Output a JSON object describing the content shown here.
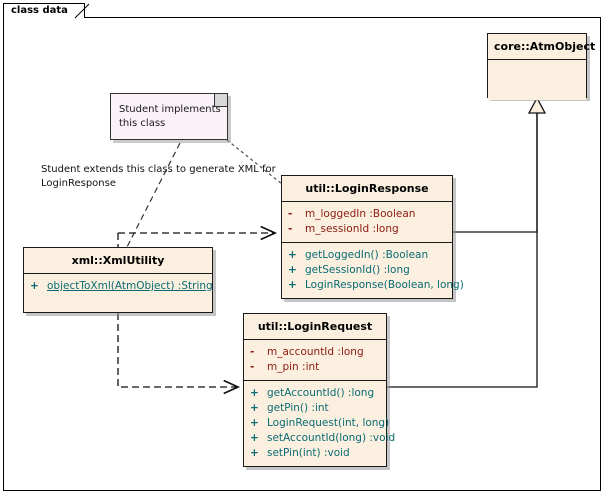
{
  "diagram": {
    "tab_label": "class data",
    "note": {
      "line1": "Student implements",
      "line2": "this class"
    },
    "annotation": {
      "line1": "Student extends this class to generate XML for",
      "line2": "LoginResponse"
    },
    "colors": {
      "class_fill": "#FBF0E0",
      "attribute_text": "#8B1A10",
      "operation_text": "#0A6B73",
      "border": "#1A1A1A",
      "note_fill": "#FAF2F8",
      "canvas": "#FFFFFF"
    }
  },
  "classes": [
    {
      "id": "atmobject",
      "name": "core::AtmObject",
      "attributes": [],
      "operations": []
    },
    {
      "id": "loginresponse",
      "name": "util::LoginResponse",
      "attributes": [
        {
          "visibility": "-",
          "text": "m_loggedIn  :Boolean"
        },
        {
          "visibility": "-",
          "text": "m_sessionId  :long"
        }
      ],
      "operations": [
        {
          "visibility": "+",
          "text": "getLoggedIn()  :Boolean",
          "static": false
        },
        {
          "visibility": "+",
          "text": "getSessionId()  :long",
          "static": false
        },
        {
          "visibility": "+",
          "text": "LoginResponse(Boolean, long)",
          "static": false
        }
      ]
    },
    {
      "id": "loginrequest",
      "name": "util::LoginRequest",
      "attributes": [
        {
          "visibility": "-",
          "text": "m_accountId  :long"
        },
        {
          "visibility": "-",
          "text": "m_pin  :int"
        }
      ],
      "operations": [
        {
          "visibility": "+",
          "text": "getAccountId()  :long",
          "static": false
        },
        {
          "visibility": "+",
          "text": "getPin()  :int",
          "static": false
        },
        {
          "visibility": "+",
          "text": "LoginRequest(int, long)",
          "static": false
        },
        {
          "visibility": "+",
          "text": "setAccountId(long)  :void",
          "static": false
        },
        {
          "visibility": "+",
          "text": "setPin(int)  :void",
          "static": false
        }
      ]
    },
    {
      "id": "xmlutility",
      "name": "xml::XmlUtility",
      "attributes": [],
      "operations": [
        {
          "visibility": "+",
          "text": "objectToXml(AtmObject)  :String",
          "static": true
        }
      ]
    }
  ],
  "relationships": [
    {
      "type": "generalization",
      "from": "util::LoginResponse",
      "to": "core::AtmObject"
    },
    {
      "type": "generalization",
      "from": "util::LoginRequest",
      "to": "core::AtmObject"
    },
    {
      "type": "dependency",
      "from": "xml::XmlUtility",
      "to": "util::LoginResponse"
    },
    {
      "type": "dependency",
      "from": "xml::XmlUtility",
      "to": "util::LoginRequest"
    },
    {
      "type": "note-anchor",
      "from": "note",
      "to": "util::LoginResponse"
    },
    {
      "type": "note-anchor",
      "from": "annotation",
      "to": "xml::XmlUtility"
    }
  ]
}
